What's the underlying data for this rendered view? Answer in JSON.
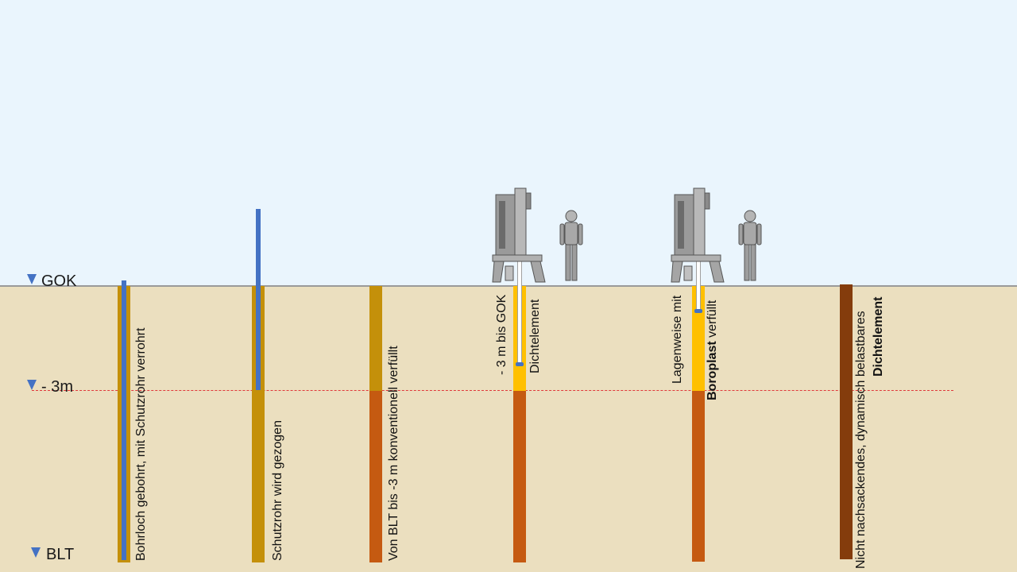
{
  "levels": {
    "gok": "GOK",
    "minus3": "- 3m",
    "blt": "BLT"
  },
  "steps": [
    {
      "label": "Bohrloch gebohrt, mit Schutzrohr verrohrt"
    },
    {
      "label": "Schutzrohr wird gezogen"
    },
    {
      "label": "Von BLT bis  -3 m konventionell verfüllt"
    },
    {
      "label_line1": "- 3 m bis GOK",
      "label_line2": "Dichtelement"
    },
    {
      "label_line1": "Lagenweise mit",
      "label_line2_bold": "Boroplast",
      "label_line2_rest": " verfüllt"
    },
    {
      "label_line1": "Nicht  nachsackendes,  dynamisch belastbares",
      "label_line2_bold": "Dichtelement"
    }
  ],
  "colors": {
    "sky": "#eaf5fd",
    "ground": "#ebdfbf",
    "borehole": "#c4900a",
    "casing": "#4472c4",
    "conventional_fill": "#c55a11",
    "sealing_element": "#ffc000",
    "dense_element": "#843c0c",
    "reference_line": "#e0383a"
  }
}
